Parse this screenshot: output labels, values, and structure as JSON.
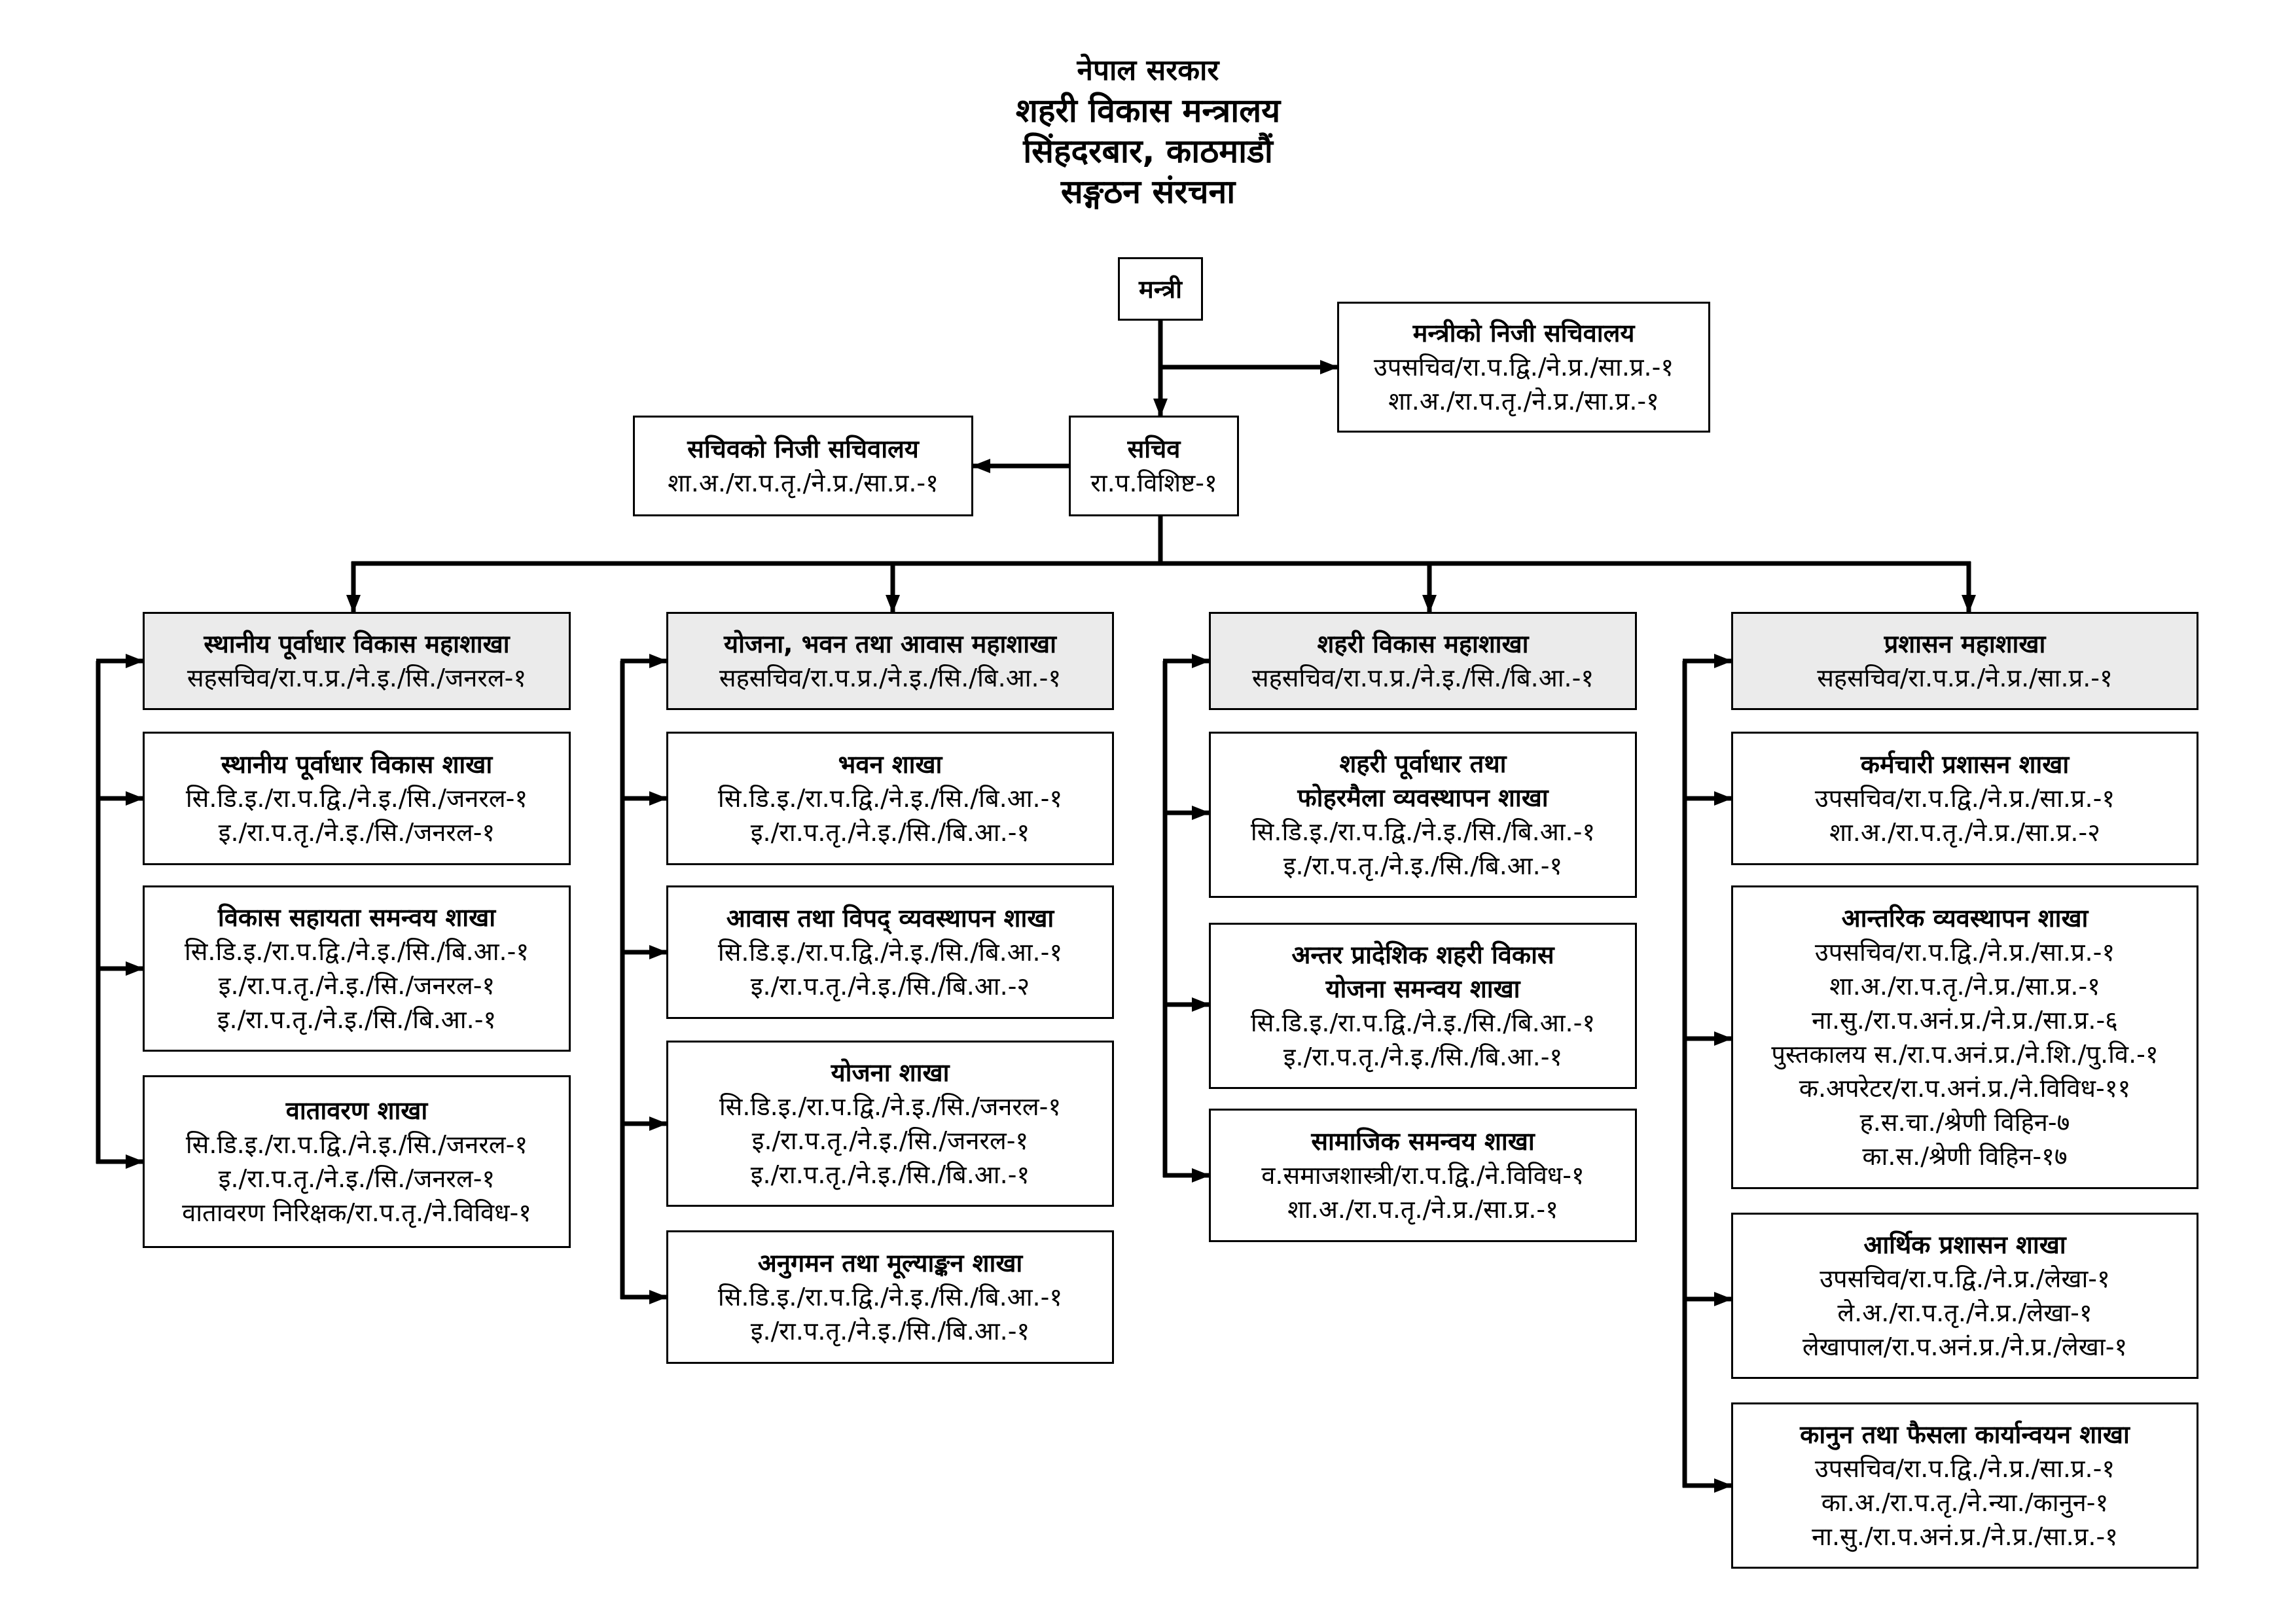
{
  "header": {
    "government": "नेपाल सरकार",
    "ministry": "शहरी विकास मन्त्रालय",
    "location": "सिंहदरबार, काठमाडौं",
    "document_title": "सङ्गठन संरचना"
  },
  "minister": {
    "title": "मन्त्री"
  },
  "minister_office": {
    "title": "मन्त्रीको निजी सचिवालय",
    "staff": [
      "उपसचिव/रा.प.द्वि./ने.प्र./सा.प्र.-१",
      "शा.अ./रा.प.तृ./ने.प्र./सा.प्र.-१"
    ]
  },
  "secretary": {
    "title": "सचिव",
    "staff": [
      "रा.प.विशिष्ट-१"
    ]
  },
  "secretary_office": {
    "title": "सचिवको निजी सचिवालय",
    "staff": [
      "शा.अ./रा.प.तृ./ने.प्र./सा.प्र.-१"
    ]
  },
  "divisions": [
    {
      "title": "स्थानीय पूर्वाधार विकास महाशाखा",
      "staff": [
        "सहसचिव/रा.प.प्र./ने.इ./सि./जनरल-१"
      ],
      "sections": [
        {
          "title": "स्थानीय पूर्वाधार विकास शाखा",
          "staff": [
            "सि.डि.इ./रा.प.द्वि./ने.इ./सि./जनरल-१",
            "इ./रा.प.तृ./ने.इ./सि./जनरल-१"
          ]
        },
        {
          "title": "विकास सहायता समन्वय शाखा",
          "staff": [
            "सि.डि.इ./रा.प.द्वि./ने.इ./सि./बि.आ.-१",
            "इ./रा.प.तृ./ने.इ./सि./जनरल-१",
            "इ./रा.प.तृ./ने.इ./सि./बि.आ.-१"
          ]
        },
        {
          "title": "वातावरण शाखा",
          "staff": [
            "सि.डि.इ./रा.प.द्वि./ने.इ./सि./जनरल-१",
            "इ./रा.प.तृ./ने.इ./सि./जनरल-१",
            "वातावरण निरिक्षक/रा.प.तृ./ने.विविध-१"
          ]
        }
      ]
    },
    {
      "title": "योजना, भवन तथा आवास महाशाखा",
      "staff": [
        "सहसचिव/रा.प.प्र./ने.इ./सि./बि.आ.-१"
      ],
      "sections": [
        {
          "title": "भवन शाखा",
          "staff": [
            "सि.डि.इ./रा.प.द्वि./ने.इ./सि./बि.आ.-१",
            "इ./रा.प.तृ./ने.इ./सि./बि.आ.-१"
          ]
        },
        {
          "title": "आवास तथा विपद् व्यवस्थापन शाखा",
          "staff": [
            "सि.डि.इ./रा.प.द्वि./ने.इ./सि./बि.आ.-१",
            "इ./रा.प.तृ./ने.इ./सि./बि.आ.-२"
          ]
        },
        {
          "title": "योजना शाखा",
          "staff": [
            "सि.डि.इ./रा.प.द्वि./ने.इ./सि./जनरल-१",
            "इ./रा.प.तृ./ने.इ./सि./जनरल-१",
            "इ./रा.प.तृ./ने.इ./सि./बि.आ.-१"
          ]
        },
        {
          "title": "अनुगमन तथा मूल्याङ्कन शाखा",
          "staff": [
            "सि.डि.इ./रा.प.द्वि./ने.इ./सि./बि.आ.-१",
            "इ./रा.प.तृ./ने.इ./सि./बि.आ.-१"
          ]
        }
      ]
    },
    {
      "title": "शहरी विकास महाशाखा",
      "staff": [
        "सहसचिव/रा.प.प्र./ने.इ./सि./बि.आ.-१"
      ],
      "sections": [
        {
          "title": "शहरी पूर्वाधार तथा",
          "title2": "फोहरमैला व्यवस्थापन शाखा",
          "staff": [
            "सि.डि.इ./रा.प.द्वि./ने.इ./सि./बि.आ.-१",
            "इ./रा.प.तृ./ने.इ./सि./बि.आ.-१"
          ]
        },
        {
          "title": "अन्तर प्रादेशिक शहरी विकास",
          "title2": "योजना समन्वय शाखा",
          "staff": [
            "सि.डि.इ./रा.प.द्वि./ने.इ./सि./बि.आ.-१",
            "इ./रा.प.तृ./ने.इ./सि./बि.आ.-१"
          ]
        },
        {
          "title": "सामाजिक समन्वय शाखा",
          "staff": [
            "व.समाजशास्त्री/रा.प.द्वि./ने.विविध-१",
            "शा.अ./रा.प.तृ./ने.प्र./सा.प्र.-१"
          ]
        }
      ]
    },
    {
      "title": "प्रशासन महाशाखा",
      "staff": [
        "सहसचिव/रा.प.प्र./ने.प्र./सा.प्र.-१"
      ],
      "sections": [
        {
          "title": "कर्मचारी प्रशासन शाखा",
          "staff": [
            "उपसचिव/रा.प.द्वि./ने.प्र./सा.प्र.-१",
            "शा.अ./रा.प.तृ./ने.प्र./सा.प्र.-२"
          ]
        },
        {
          "title": "आन्तरिक व्यवस्थापन शाखा",
          "staff": [
            "उपसचिव/रा.प.द्वि./ने.प्र./सा.प्र.-१",
            "शा.अ./रा.प.तृ./ने.प्र./सा.प्र.-१",
            "ना.सु./रा.प.अनं.प्र./ने.प्र./सा.प्र.-६",
            "पुस्तकालय स./रा.प.अनं.प्र./ने.शि./पु.वि.-१",
            "क.अपरेटर/रा.प.अनं.प्र./ने.विविध-११",
            "ह.स.चा./श्रेणी विहिन-७",
            "का.स./श्रेणी विहिन-१७"
          ]
        },
        {
          "title": "आर्थिक प्रशासन शाखा",
          "staff": [
            "उपसचिव/रा.प.द्वि./ने.प्र./लेखा-१",
            "ले.अ./रा.प.तृ./ने.प्र./लेखा-१",
            "लेखापाल/रा.प.अनं.प्र./ने.प्र./लेखा-१"
          ]
        },
        {
          "title": "कानुन तथा फैसला कार्यान्वयन शाखा",
          "staff": [
            "उपसचिव/रा.प.द्वि./ने.प्र./सा.प्र.-१",
            "का.अ./रा.प.तृ./ने.न्या./कानुन-१",
            "ना.सु./रा.प.अनं.प्र./ने.प्र./सा.प्र.-१"
          ]
        }
      ]
    }
  ]
}
